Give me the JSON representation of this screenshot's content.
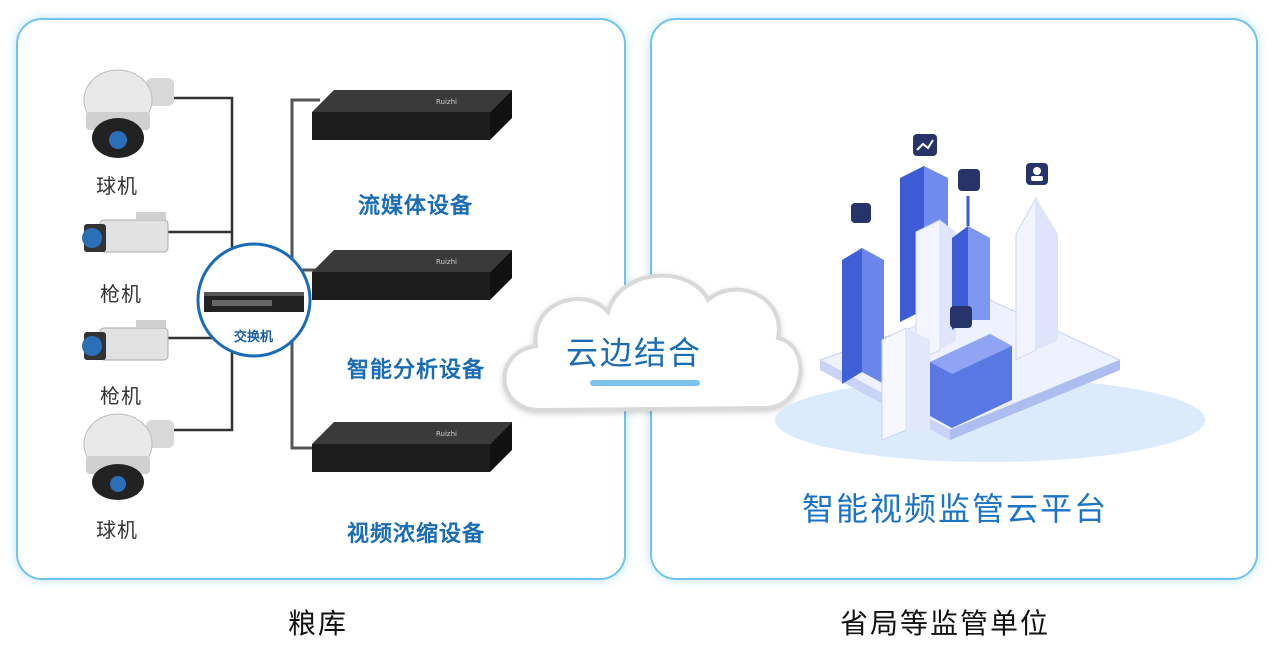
{
  "left_panel": {
    "cameras": [
      {
        "label": "球机",
        "icon": "dome-camera-icon"
      },
      {
        "label": "枪机",
        "icon": "bullet-camera-icon"
      },
      {
        "label": "枪机",
        "icon": "bullet-camera-icon"
      },
      {
        "label": "球机",
        "icon": "dome-camera-icon"
      }
    ],
    "switch_label": "交换机",
    "devices": [
      {
        "label": "流媒体设备",
        "brand": "Ruizhi"
      },
      {
        "label": "智能分析设备",
        "brand": "Ruizhi"
      },
      {
        "label": "视频浓缩设备",
        "brand": "Ruizhi"
      }
    ],
    "caption": "粮库"
  },
  "cloud": {
    "label": "云边结合"
  },
  "right_panel": {
    "title": "智能视频监管云平台",
    "caption": "省局等监管单位",
    "badge_icons": [
      "chart-icon",
      "trend-icon",
      "wifi-icon",
      "user-icon",
      "cart-icon"
    ]
  },
  "colors": {
    "panel_border": "#6ec4ee",
    "accent": "#1a6db5",
    "building": "#4f6ee0"
  }
}
